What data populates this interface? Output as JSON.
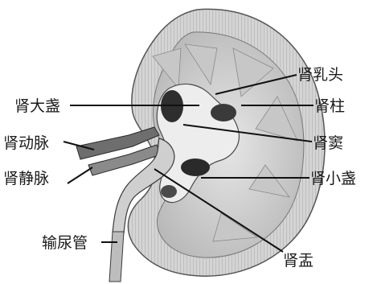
{
  "labels": {
    "renal_papilla": "肾乳头",
    "renal_column": "肾柱",
    "major_calyx": "肾大盏",
    "renal_sinus": "肾窦",
    "renal_artery": "肾动脉",
    "minor_calyx": "肾小盏",
    "renal_vein": "肾静脉",
    "ureter": "输尿管",
    "renal_pelvis": "肾盂"
  },
  "colors": {
    "line": "#111111",
    "text": "#1a1a1a"
  }
}
